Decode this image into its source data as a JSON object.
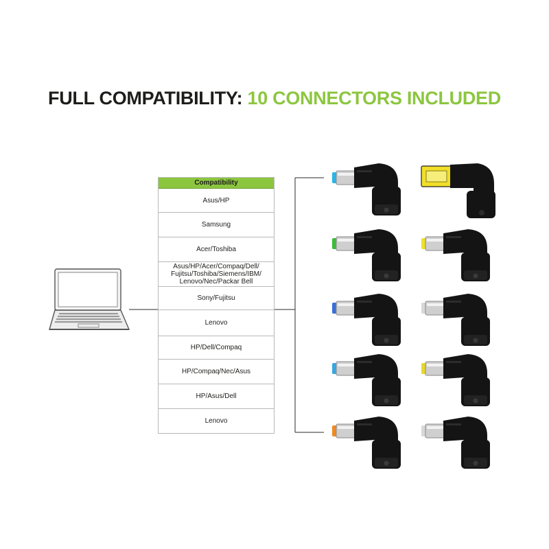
{
  "headline": {
    "part1": "FULL COMPATIBILITY:",
    "part2": "10 CONNECTORS INCLUDED"
  },
  "table": {
    "header": "Compatibility",
    "rows": [
      {
        "lines": [
          "Asus/HP"
        ]
      },
      {
        "lines": [
          "Samsung"
        ]
      },
      {
        "lines": [
          "Acer/Toshiba"
        ]
      },
      {
        "lines": [
          "Asus/HP/Acer/Compaq/Dell/",
          "Fujitsu/Toshiba/Siemens/IBM/",
          "Lenovo/Nec/Packar Bell"
        ]
      },
      {
        "lines": [
          "Sony/Fujitsu"
        ]
      },
      {
        "lines": [
          "Lenovo"
        ]
      },
      {
        "lines": [
          "HP/Dell/Compaq"
        ]
      },
      {
        "lines": [
          "HP/Compaq/Nec/Asus"
        ]
      },
      {
        "lines": [
          "HP/Asus/Dell"
        ]
      },
      {
        "lines": [
          "Lenovo"
        ]
      }
    ]
  },
  "colors": {
    "accent": "#8cc63f",
    "text": "#1d1d1b",
    "connector_body": "#141414",
    "tip_colors": [
      "#2bb5e8",
      "#f1df2a",
      "#3dbb3a",
      "#f1df2a",
      "#3b6fd6",
      "#d8d8d8",
      "#39a6e0",
      "#e8d72c",
      "#f08a24",
      "#d8d8d8"
    ]
  },
  "icons": {
    "device": "laptop-icon",
    "connector": "dc-connector-icon"
  }
}
